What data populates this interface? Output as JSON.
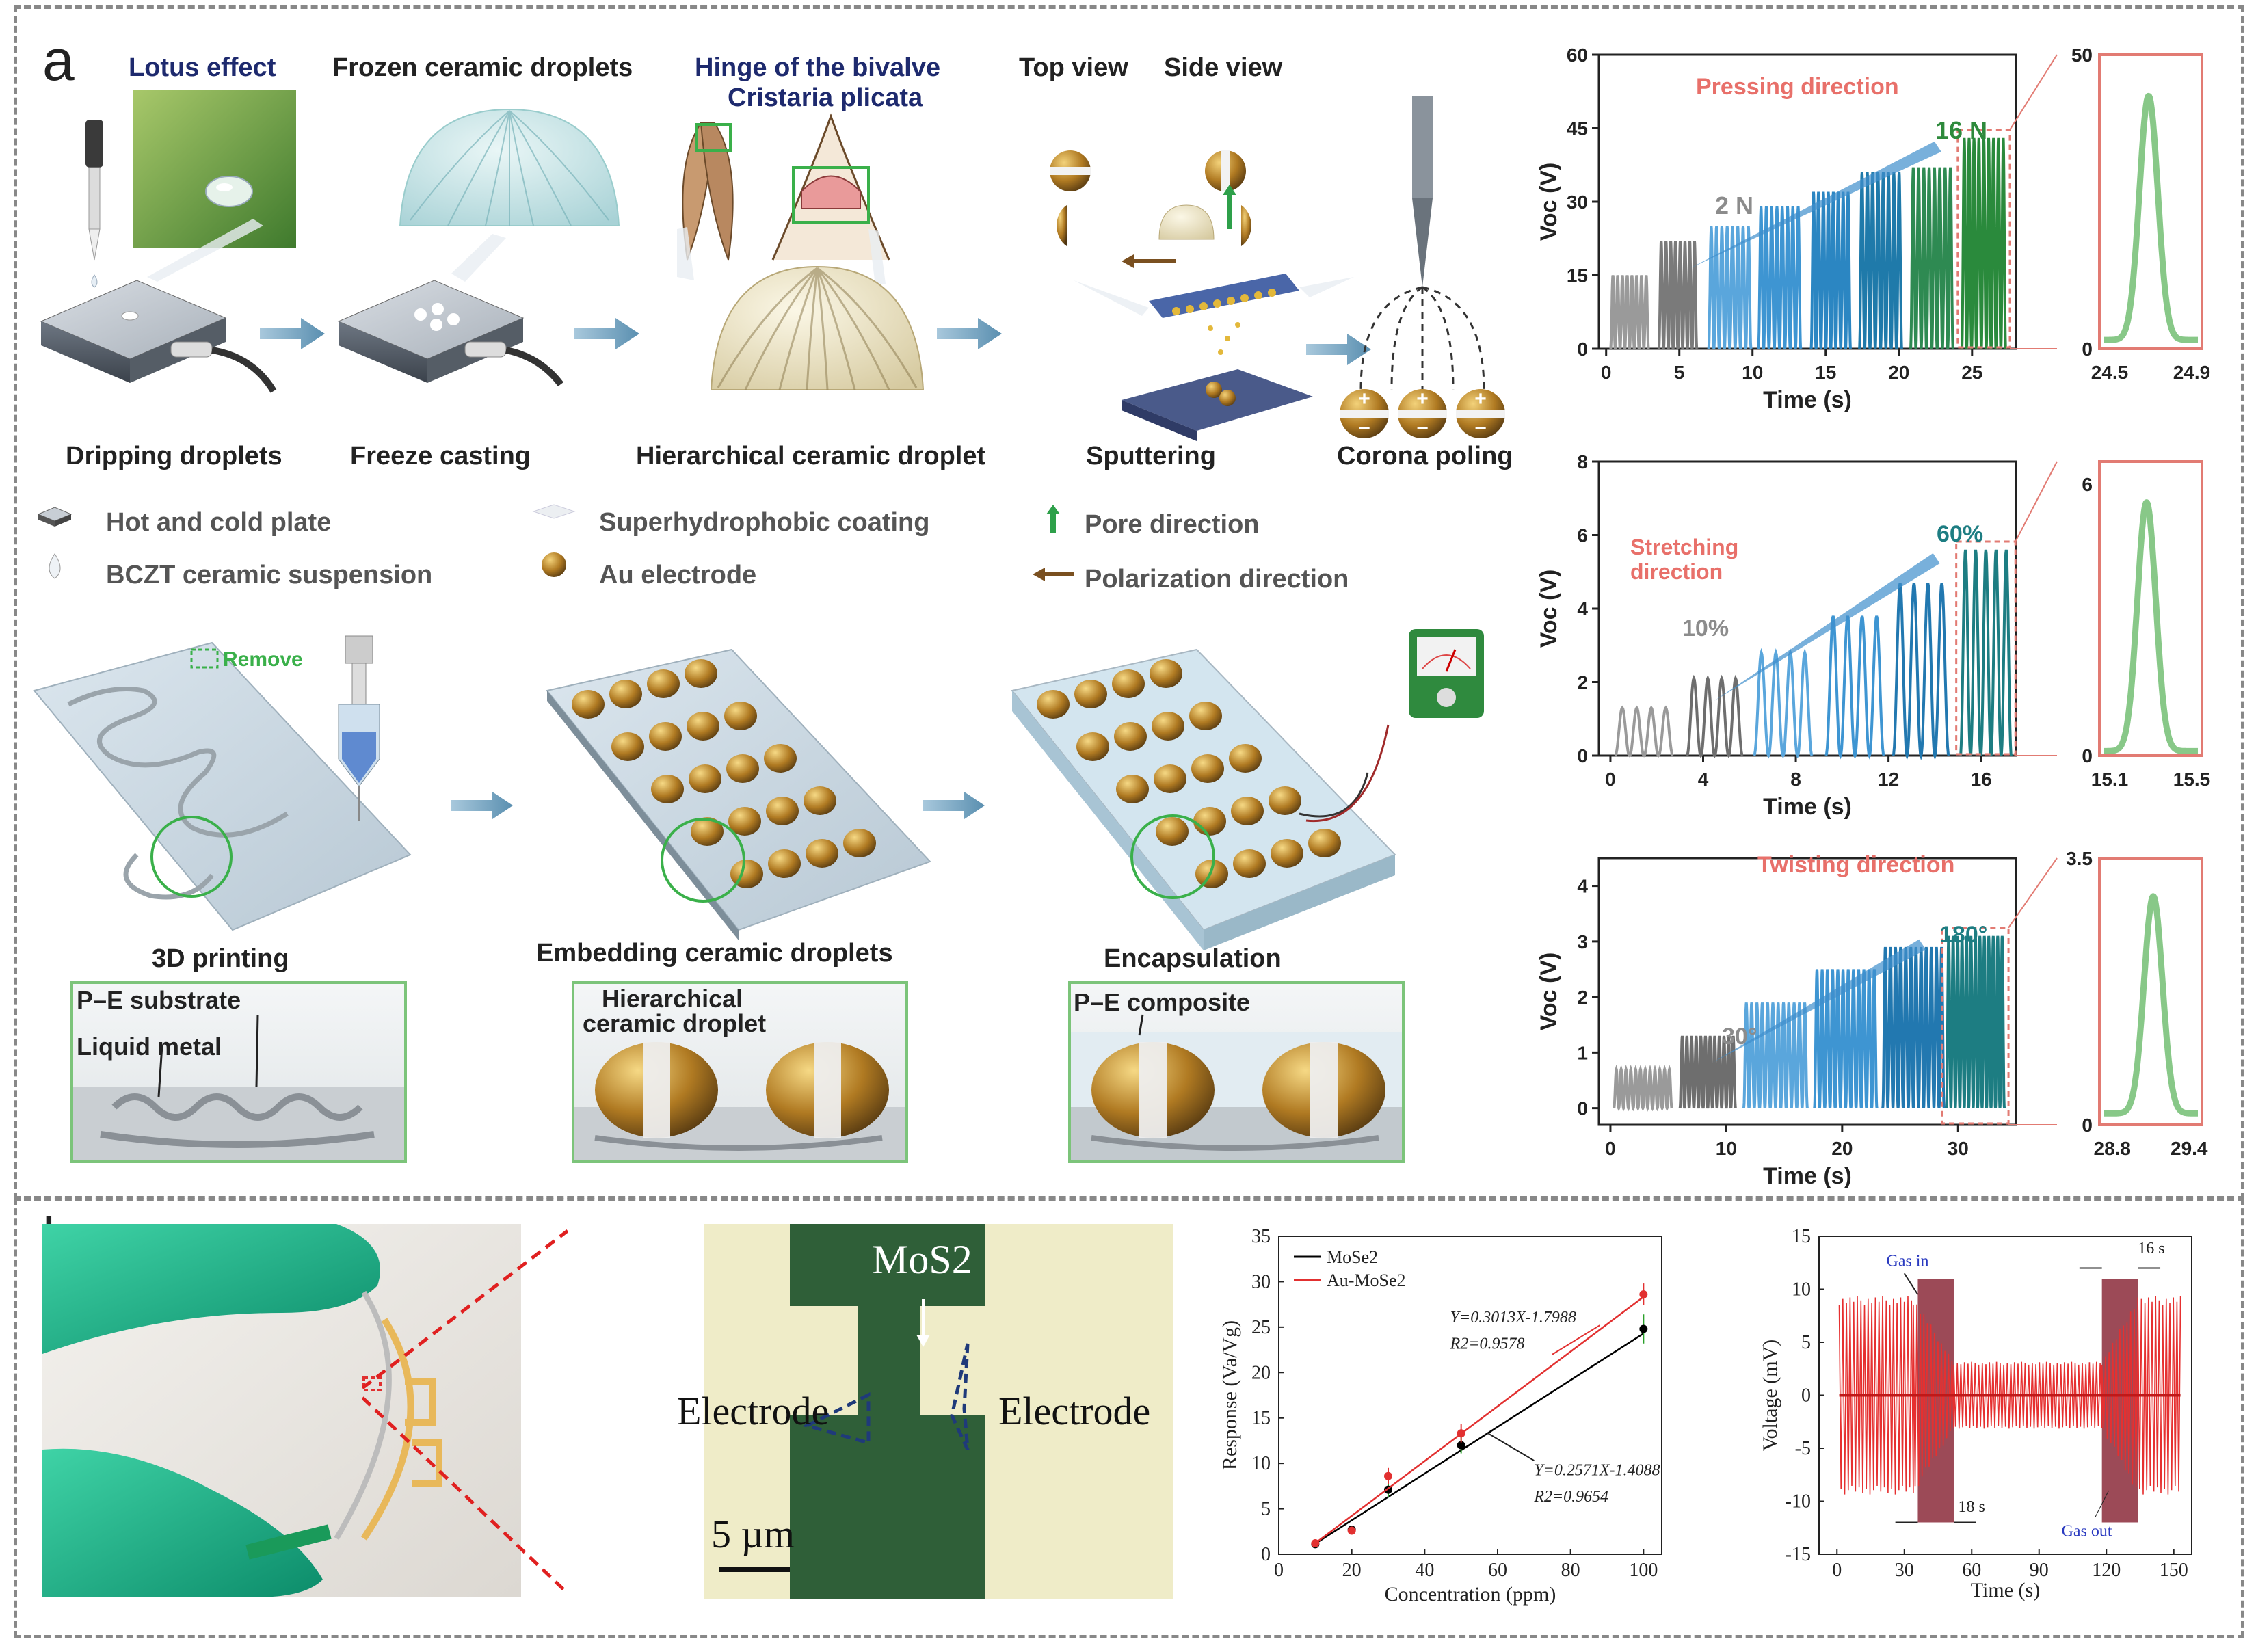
{
  "panel_a": {
    "letter": "a",
    "steps": {
      "lotus": "Lotus effect",
      "frozen": "Frozen ceramic droplets",
      "hinge_l1": "Hinge of the bivalve",
      "hinge_l2": "Cristaria plicata",
      "top_view": "Top view",
      "side_view": "Side view",
      "s1": "Dripping droplets",
      "s2": "Freeze casting",
      "s3": "Hierarchical ceramic droplet",
      "s4": "Sputtering",
      "s5": "Corona poling"
    },
    "legend": {
      "hot_cold": "Hot and cold plate",
      "bczt": "BCZT ceramic suspension",
      "superhydro": "Superhydrophobic coating",
      "au": "Au electrode",
      "pore": "Pore direction",
      "polar": "Polarization direction"
    },
    "fab": {
      "remove": "Remove",
      "p1": "3D printing",
      "p2": "Embedding ceramic droplets",
      "p3": "Encapsulation",
      "pe_sub": "P–E substrate",
      "liquid_metal": "Liquid metal",
      "hier_l1": "Hierarchical",
      "hier_l2": "ceramic droplet",
      "pe_comp": "P–E composite"
    },
    "colors": {
      "gray": "#8c8c8c",
      "blue": "#3a8fd0",
      "teal": "#1d7d82",
      "green": "#2e8a3c",
      "zoom": "#88c888",
      "frame": "#e27b73"
    }
  },
  "panel_b": {
    "letter": "b",
    "micro": {
      "mos2": "MoS2",
      "electrode_left": "Electrode",
      "electrode_right": "Electrode",
      "scale": "5 µm"
    },
    "colors": {
      "black_series": "#000000",
      "red_series": "#e23030",
      "voltage": "#e63030",
      "band": "#8b2a3a"
    }
  },
  "chart_data": [
    {
      "type": "line",
      "title": "",
      "annotations": [
        "Pressing direction",
        "2 N",
        "16 N"
      ],
      "xlabel": "Time (s)",
      "ylabel": "Voc (V)",
      "xlim": [
        -0.5,
        28
      ],
      "ylim": [
        0,
        60
      ],
      "xticks": [
        0,
        5,
        10,
        15,
        20,
        25
      ],
      "yticks": [
        0,
        15,
        30,
        45,
        60
      ],
      "series": [
        {
          "t0": 0.3,
          "t1": 2.9,
          "n": 8,
          "amp": 15,
          "color": "#9a9a9a"
        },
        {
          "t0": 3.6,
          "t1": 6.2,
          "n": 8,
          "amp": 22,
          "color": "#7a7a7a"
        },
        {
          "t0": 7.0,
          "t1": 9.9,
          "n": 8,
          "amp": 25,
          "color": "#5aa6dc"
        },
        {
          "t0": 10.4,
          "t1": 13.3,
          "n": 8,
          "amp": 29,
          "color": "#3e95d2"
        },
        {
          "t0": 14.0,
          "t1": 16.7,
          "n": 8,
          "amp": 32,
          "color": "#2b86c2"
        },
        {
          "t0": 17.3,
          "t1": 20.2,
          "n": 8,
          "amp": 36,
          "color": "#1f7aaa"
        },
        {
          "t0": 20.8,
          "t1": 23.7,
          "n": 8,
          "amp": 37,
          "color": "#2e8a52"
        },
        {
          "t0": 24.3,
          "t1": 27.3,
          "n": 9,
          "amp": 43,
          "color": "#2a8a3c"
        }
      ]
    },
    {
      "type": "line",
      "title": "",
      "xlabel": "",
      "ylabel": "",
      "xlim": [
        24.45,
        24.95
      ],
      "ylim": [
        0,
        50
      ],
      "xticks": [
        24.5,
        24.9
      ],
      "yticks": [
        0,
        50
      ],
      "series": [
        {
          "peak_x": 24.69,
          "peak_y": 43,
          "base": 1.5,
          "color": "#88c888"
        }
      ]
    },
    {
      "type": "line",
      "title": "",
      "annotations": [
        "Stretching",
        "direction",
        "10%",
        "60%"
      ],
      "xlabel": "Time (s)",
      "ylabel": "Voc (V)",
      "xlim": [
        -0.5,
        17.5
      ],
      "ylim": [
        0,
        8
      ],
      "xticks": [
        0,
        4,
        8,
        12,
        16
      ],
      "yticks": [
        0,
        2,
        4,
        6,
        8
      ],
      "series": [
        {
          "t0": 0.2,
          "t1": 2.7,
          "n": 4,
          "amp": 1.3,
          "color": "#9a9a9a"
        },
        {
          "t0": 3.3,
          "t1": 5.7,
          "n": 4,
          "amp": 2.1,
          "color": "#6e6e6e"
        },
        {
          "t0": 6.2,
          "t1": 8.7,
          "n": 4,
          "amp": 2.8,
          "color": "#5aa6dc"
        },
        {
          "t0": 9.3,
          "t1": 11.8,
          "n": 4,
          "amp": 3.8,
          "color": "#3e95d2"
        },
        {
          "t0": 12.2,
          "t1": 14.6,
          "n": 4,
          "amp": 4.7,
          "color": "#2278b0"
        },
        {
          "t0": 15.1,
          "t1": 17.3,
          "n": 5,
          "amp": 5.6,
          "color": "#1d7d82"
        }
      ]
    },
    {
      "type": "line",
      "title": "",
      "xlabel": "",
      "ylabel": "",
      "xlim": [
        15.05,
        15.55
      ],
      "ylim": [
        0,
        6.5
      ],
      "xticks": [
        15.1,
        15.5
      ],
      "yticks": [
        0,
        6
      ],
      "series": [
        {
          "peak_x": 15.28,
          "peak_y": 5.6,
          "base": 0.1,
          "color": "#88c888"
        }
      ]
    },
    {
      "type": "line",
      "title": "",
      "annotations": [
        "Twisting direction",
        "30°",
        "180°"
      ],
      "xlabel": "Time (s)",
      "ylabel": "Voc (V)",
      "xlim": [
        -1,
        35
      ],
      "ylim": [
        -0.3,
        4.5
      ],
      "xticks": [
        0,
        10,
        20,
        30
      ],
      "yticks": [
        0,
        1,
        2,
        3,
        4
      ],
      "series": [
        {
          "t0": 0.3,
          "t1": 5.3,
          "n": 12,
          "amp": 0.7,
          "color": "#9a9a9a"
        },
        {
          "t0": 6.0,
          "t1": 10.8,
          "n": 12,
          "amp": 1.3,
          "color": "#6e6e6e"
        },
        {
          "t0": 11.5,
          "t1": 17.0,
          "n": 12,
          "amp": 1.9,
          "color": "#5aa6dc"
        },
        {
          "t0": 17.6,
          "t1": 23.0,
          "n": 12,
          "amp": 2.5,
          "color": "#3e95d2"
        },
        {
          "t0": 23.5,
          "t1": 28.8,
          "n": 12,
          "amp": 2.9,
          "color": "#2278b0"
        },
        {
          "t0": 29.0,
          "t1": 34.0,
          "n": 13,
          "amp": 3.1,
          "color": "#1d7d82"
        }
      ]
    },
    {
      "type": "line",
      "title": "",
      "xlabel": "",
      "ylabel": "",
      "xlim": [
        28.7,
        29.5
      ],
      "ylim": [
        0,
        3.5
      ],
      "xticks": [
        28.8,
        29.4
      ],
      "yticks": [
        0,
        3.5
      ],
      "series": [
        {
          "peak_x": 29.12,
          "peak_y": 3.0,
          "base": 0.15,
          "color": "#88c888"
        }
      ]
    },
    {
      "type": "scatter",
      "title": "",
      "xlabel": "Concentration (ppm)",
      "ylabel": "Response (Va/Vg)",
      "xlim": [
        0,
        105
      ],
      "ylim": [
        0,
        35
      ],
      "xticks": [
        0,
        20,
        40,
        60,
        80,
        100
      ],
      "yticks": [
        0,
        5,
        10,
        15,
        20,
        25,
        30,
        35
      ],
      "series": [
        {
          "name": "MoSe2",
          "x": [
            10,
            20,
            30,
            50,
            100
          ],
          "values": [
            1.1,
            2.7,
            7.1,
            12.0,
            24.8
          ],
          "err": [
            0.2,
            0.3,
            0.8,
            0.9,
            1.6
          ],
          "fit": "Y=0.2571X-1.4088",
          "r2": "R2=0.9654",
          "slope": 0.2571,
          "intercept": -1.4088
        },
        {
          "name": "Au-MoSe2",
          "x": [
            10,
            20,
            30,
            50,
            100
          ],
          "values": [
            1.2,
            2.6,
            8.6,
            13.3,
            28.6
          ],
          "err": [
            0.2,
            0.3,
            0.9,
            1.0,
            1.2
          ],
          "fit": "Y=0.3013X-1.7988",
          "r2": "R2=0.9578",
          "slope": 0.3013,
          "intercept": -1.7988
        }
      ]
    },
    {
      "type": "line",
      "title": "",
      "xlabel": "Time (s)",
      "ylabel": "Voltage (mV)",
      "xlim": [
        -8,
        158
      ],
      "ylim": [
        -15,
        15
      ],
      "xticks": [
        0,
        30,
        60,
        90,
        120,
        150
      ],
      "yticks": [
        -15,
        -10,
        -5,
        0,
        5,
        10,
        15
      ],
      "annotations": [
        "Gas in",
        "Gas out",
        "16 s",
        "18 s"
      ],
      "series": [
        {
          "name": "",
          "segments": [
            {
              "t0": 1,
              "t1": 34,
              "amp": 9.5
            },
            {
              "t0": 34,
              "t1": 52,
              "amp_from": 9.5,
              "amp_to": 3.2
            },
            {
              "t0": 52,
              "t1": 118,
              "amp": 3.2
            },
            {
              "t0": 118,
              "t1": 134,
              "amp_from": 3.2,
              "amp_to": 9.5
            },
            {
              "t0": 134,
              "t1": 153,
              "amp": 9.5
            }
          ]
        }
      ],
      "bands": [
        [
          36,
          52
        ],
        [
          118,
          134
        ]
      ]
    }
  ]
}
